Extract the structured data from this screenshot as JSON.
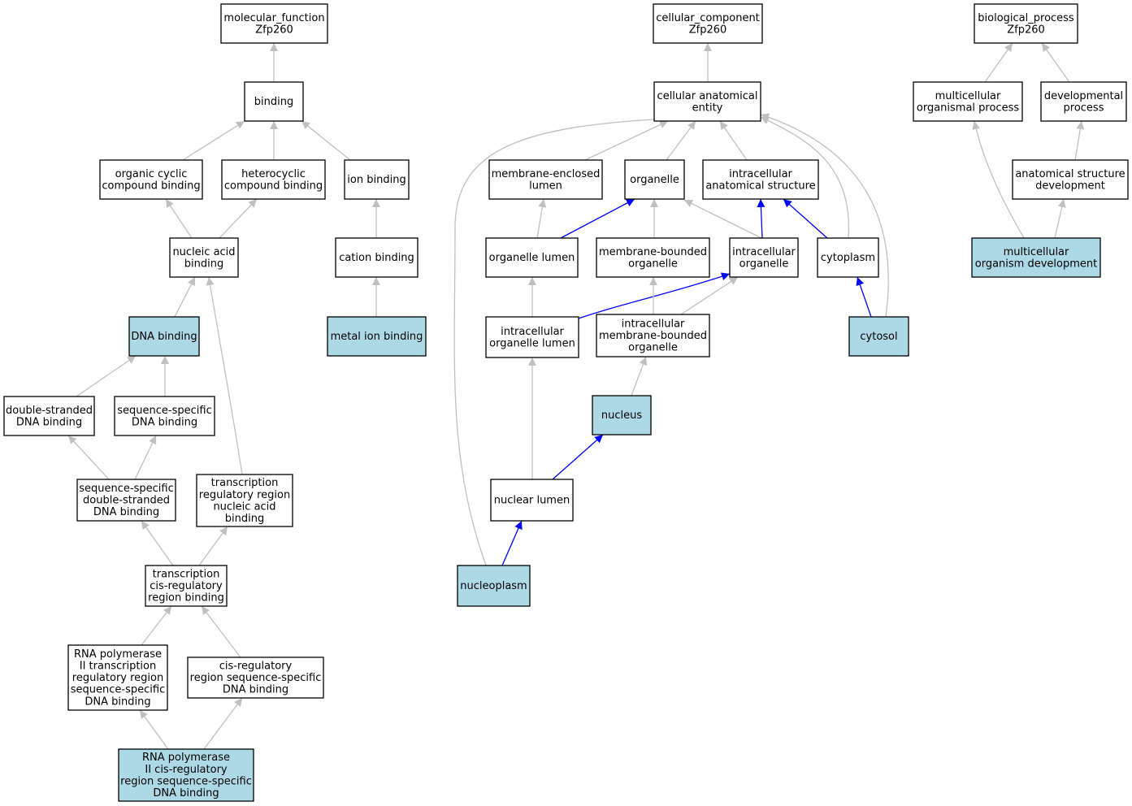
{
  "colors": {
    "highlight_fill": "#add8e6",
    "plain_fill": "#ffffff",
    "border": "#000000",
    "edge_gray": "#c0c0c0",
    "edge_blue": "#0000ff"
  },
  "nodes": [
    {
      "id": "mf",
      "lines": [
        "molecular_function",
        "Zfp260"
      ],
      "highlight": false
    },
    {
      "id": "binding",
      "lines": [
        "binding"
      ],
      "highlight": false
    },
    {
      "id": "ocb",
      "lines": [
        "organic cyclic",
        "compound binding"
      ],
      "highlight": false
    },
    {
      "id": "hcb",
      "lines": [
        "heterocyclic",
        "compound binding"
      ],
      "highlight": false
    },
    {
      "id": "ionb",
      "lines": [
        "ion binding"
      ],
      "highlight": false
    },
    {
      "id": "nab",
      "lines": [
        "nucleic acid",
        "binding"
      ],
      "highlight": false
    },
    {
      "id": "catb",
      "lines": [
        "cation binding"
      ],
      "highlight": false
    },
    {
      "id": "dnab",
      "lines": [
        "DNA binding"
      ],
      "highlight": true
    },
    {
      "id": "mib",
      "lines": [
        "metal ion binding"
      ],
      "highlight": true
    },
    {
      "id": "dsdna",
      "lines": [
        "double-stranded",
        "DNA binding"
      ],
      "highlight": false
    },
    {
      "id": "ssdna",
      "lines": [
        "sequence-specific",
        "DNA binding"
      ],
      "highlight": false
    },
    {
      "id": "ssds",
      "lines": [
        "sequence-specific",
        "double-stranded",
        "DNA binding"
      ],
      "highlight": false
    },
    {
      "id": "trrna",
      "lines": [
        "transcription",
        "regulatory region",
        "nucleic acid",
        "binding"
      ],
      "highlight": false
    },
    {
      "id": "tcrb",
      "lines": [
        "transcription",
        "cis-regulatory",
        "region binding"
      ],
      "highlight": false
    },
    {
      "id": "rnap2tr",
      "lines": [
        "RNA polymerase",
        "II transcription",
        "regulatory region",
        "sequence-specific",
        "DNA binding"
      ],
      "highlight": false
    },
    {
      "id": "crss",
      "lines": [
        "cis-regulatory",
        "region sequence-specific",
        "DNA binding"
      ],
      "highlight": false
    },
    {
      "id": "rnap2cr",
      "lines": [
        "RNA polymerase",
        "II cis-regulatory",
        "region sequence-specific",
        "DNA binding"
      ],
      "highlight": true
    },
    {
      "id": "cc",
      "lines": [
        "cellular_component",
        "Zfp260"
      ],
      "highlight": false
    },
    {
      "id": "cae",
      "lines": [
        "cellular anatomical",
        "entity"
      ],
      "highlight": false
    },
    {
      "id": "mel",
      "lines": [
        "membrane-enclosed",
        "lumen"
      ],
      "highlight": false
    },
    {
      "id": "org",
      "lines": [
        "organelle"
      ],
      "highlight": false
    },
    {
      "id": "ias",
      "lines": [
        "intracellular",
        "anatomical structure"
      ],
      "highlight": false
    },
    {
      "id": "orgl",
      "lines": [
        "organelle lumen"
      ],
      "highlight": false
    },
    {
      "id": "mbo",
      "lines": [
        "membrane-bounded",
        "organelle"
      ],
      "highlight": false
    },
    {
      "id": "io",
      "lines": [
        "intracellular",
        "organelle"
      ],
      "highlight": false
    },
    {
      "id": "cyto",
      "lines": [
        "cytoplasm"
      ],
      "highlight": false
    },
    {
      "id": "iol",
      "lines": [
        "intracellular",
        "organelle lumen"
      ],
      "highlight": false
    },
    {
      "id": "imbo",
      "lines": [
        "intracellular",
        "membrane-bounded",
        "organelle"
      ],
      "highlight": false
    },
    {
      "id": "cytosol",
      "lines": [
        "cytosol"
      ],
      "highlight": true
    },
    {
      "id": "nucleus",
      "lines": [
        "nucleus"
      ],
      "highlight": true
    },
    {
      "id": "nl",
      "lines": [
        "nuclear lumen"
      ],
      "highlight": false
    },
    {
      "id": "np",
      "lines": [
        "nucleoplasm"
      ],
      "highlight": true
    },
    {
      "id": "bp",
      "lines": [
        "biological_process",
        "Zfp260"
      ],
      "highlight": false
    },
    {
      "id": "mop",
      "lines": [
        "multicellular",
        "organismal process"
      ],
      "highlight": false
    },
    {
      "id": "dp",
      "lines": [
        "developmental",
        "process"
      ],
      "highlight": false
    },
    {
      "id": "asd",
      "lines": [
        "anatomical structure",
        "development"
      ],
      "highlight": false
    },
    {
      "id": "mod",
      "lines": [
        "multicellular",
        "organism development"
      ],
      "highlight": true
    }
  ],
  "edges": [
    {
      "from": "binding",
      "to": "mf",
      "color": "gray"
    },
    {
      "from": "ocb",
      "to": "binding",
      "color": "gray"
    },
    {
      "from": "hcb",
      "to": "binding",
      "color": "gray"
    },
    {
      "from": "ionb",
      "to": "binding",
      "color": "gray"
    },
    {
      "from": "nab",
      "to": "ocb",
      "color": "gray"
    },
    {
      "from": "nab",
      "to": "hcb",
      "color": "gray"
    },
    {
      "from": "catb",
      "to": "ionb",
      "color": "gray"
    },
    {
      "from": "mib",
      "to": "catb",
      "color": "gray"
    },
    {
      "from": "dnab",
      "to": "nab",
      "color": "gray"
    },
    {
      "from": "dsdna",
      "to": "dnab",
      "color": "gray"
    },
    {
      "from": "ssdna",
      "to": "dnab",
      "color": "gray"
    },
    {
      "from": "ssds",
      "to": "dsdna",
      "color": "gray"
    },
    {
      "from": "ssds",
      "to": "ssdna",
      "color": "gray"
    },
    {
      "from": "trrna",
      "to": "nab",
      "color": "gray"
    },
    {
      "from": "tcrb",
      "to": "ssds",
      "color": "gray"
    },
    {
      "from": "tcrb",
      "to": "trrna",
      "color": "gray"
    },
    {
      "from": "rnap2tr",
      "to": "tcrb",
      "color": "gray"
    },
    {
      "from": "crss",
      "to": "tcrb",
      "color": "gray"
    },
    {
      "from": "rnap2cr",
      "to": "rnap2tr",
      "color": "gray"
    },
    {
      "from": "rnap2cr",
      "to": "crss",
      "color": "gray"
    },
    {
      "from": "cae",
      "to": "cc",
      "color": "gray"
    },
    {
      "from": "mel",
      "to": "cae",
      "color": "gray"
    },
    {
      "from": "org",
      "to": "cae",
      "color": "gray"
    },
    {
      "from": "ias",
      "to": "cae",
      "color": "gray"
    },
    {
      "from": "cyto",
      "to": "cae",
      "color": "gray"
    },
    {
      "from": "cytosol",
      "to": "cae",
      "color": "gray"
    },
    {
      "from": "np",
      "to": "cae",
      "color": "gray"
    },
    {
      "from": "orgl",
      "to": "mel",
      "color": "gray"
    },
    {
      "from": "orgl",
      "to": "org",
      "color": "blue"
    },
    {
      "from": "mbo",
      "to": "org",
      "color": "gray"
    },
    {
      "from": "io",
      "to": "org",
      "color": "gray"
    },
    {
      "from": "io",
      "to": "ias",
      "color": "blue"
    },
    {
      "from": "cyto",
      "to": "ias",
      "color": "blue"
    },
    {
      "from": "iol",
      "to": "orgl",
      "color": "gray"
    },
    {
      "from": "iol",
      "to": "io",
      "color": "blue"
    },
    {
      "from": "imbo",
      "to": "mbo",
      "color": "gray"
    },
    {
      "from": "imbo",
      "to": "io",
      "color": "gray"
    },
    {
      "from": "cytosol",
      "to": "cyto",
      "color": "blue"
    },
    {
      "from": "nucleus",
      "to": "imbo",
      "color": "gray"
    },
    {
      "from": "nl",
      "to": "iol",
      "color": "gray"
    },
    {
      "from": "nl",
      "to": "nucleus",
      "color": "blue"
    },
    {
      "from": "np",
      "to": "nl",
      "color": "blue"
    },
    {
      "from": "mop",
      "to": "bp",
      "color": "gray"
    },
    {
      "from": "dp",
      "to": "bp",
      "color": "gray"
    },
    {
      "from": "asd",
      "to": "dp",
      "color": "gray"
    },
    {
      "from": "mod",
      "to": "mop",
      "color": "gray"
    },
    {
      "from": "mod",
      "to": "asd",
      "color": "gray"
    }
  ]
}
